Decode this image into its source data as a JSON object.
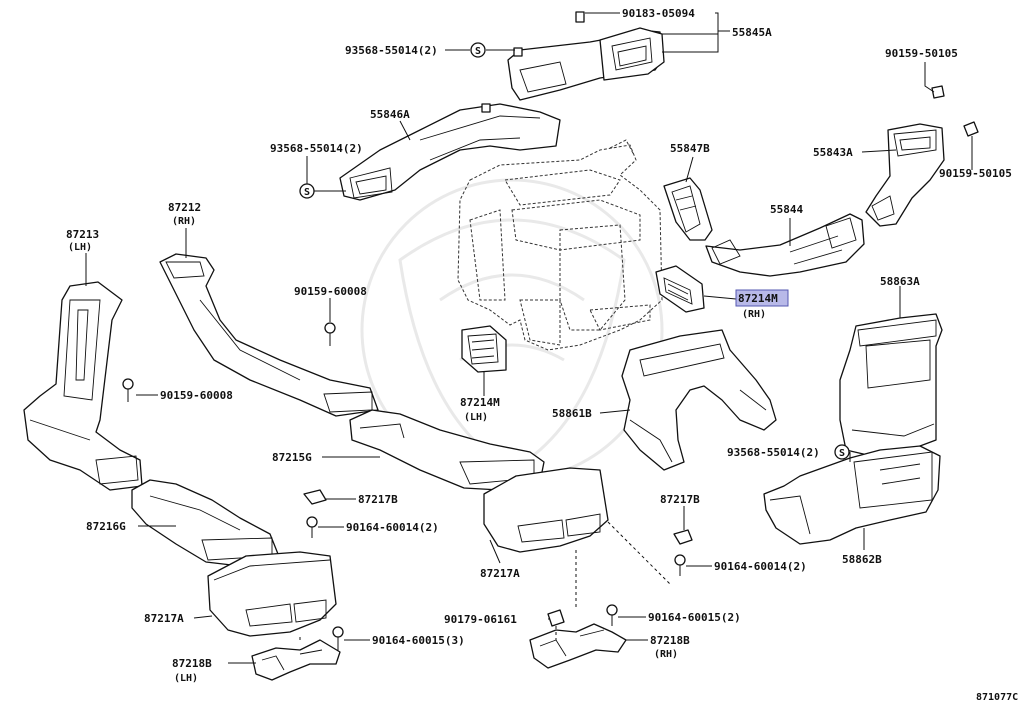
{
  "labels": {
    "p90183_05094": "90183-05094",
    "p55845A": "55845A",
    "p93568_55014_a": "93568-55014(2)",
    "p90159_50105_a": "90159-50105",
    "p55846A": "55846A",
    "p93568_55014_b": "93568-55014(2)",
    "p55847B": "55847B",
    "p55843A": "55843A",
    "p90159_50105_b": "90159-50105",
    "p87213": "87213",
    "p87213_side": "(LH)",
    "p87212": "87212",
    "p87212_side": "(RH)",
    "p55844": "55844",
    "p90159_60008_a": "90159-60008",
    "p87214M_rh": "87214M",
    "p87214M_rh_side": "(RH)",
    "p58863A": "58863A",
    "p90159_60008_b": "90159-60008",
    "p87214M_lh": "87214M",
    "p87214M_lh_side": "(LH)",
    "p58861B": "58861B",
    "p93568_55014_c": "93568-55014(2)",
    "p87215G": "87215G",
    "p87217B_a": "87217B",
    "p87217B_b": "87217B",
    "p87216G": "87216G",
    "p90164_60014_a": "90164-60014(2)",
    "p58862B": "58862B",
    "p90164_60014_b": "90164-60014(2)",
    "p87217A_a": "87217A",
    "p87217A_b": "87217A",
    "p90179_06161": "90179-06161",
    "p90164_60015_a": "90164-60015(2)",
    "p87218B_rh": "87218B",
    "p87218B_rh_side": "(RH)",
    "p90164_60015_b": "90164-60015(3)",
    "p87218B_lh": "87218B",
    "p87218B_lh_side": "(LH)",
    "drawing_code": "871077C"
  },
  "highlighted_part": "87214M (RH)",
  "colors": {
    "highlight_fill": "#b8b9e8",
    "highlight_stroke": "#5558b0",
    "line": "#111111",
    "background": "#ffffff"
  },
  "icons": {
    "s_marker": "circled-S"
  }
}
